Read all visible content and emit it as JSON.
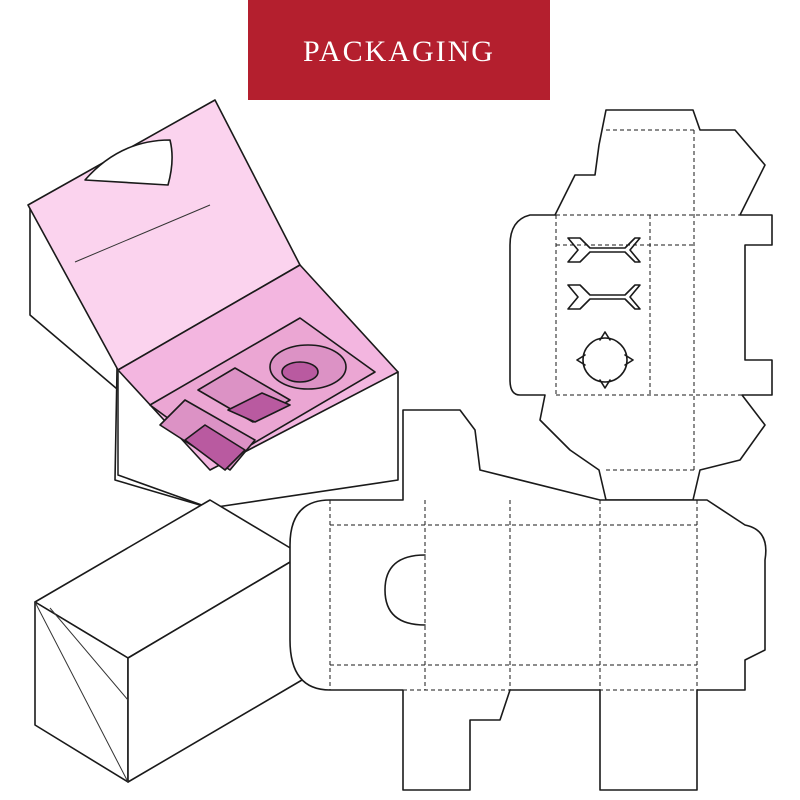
{
  "title": {
    "text": "PACKAGING",
    "banner_color": "#b41f2e",
    "text_color": "#ffffff"
  },
  "colors": {
    "lid_pink": "#fbd3ee",
    "inner_pink": "#f3b6e0",
    "tray_pink": "#eba6d3",
    "cavity_pink": "#dc92c5",
    "cavity_dark": "#b95aa0",
    "outline": "#1a1a1a"
  },
  "illustrations": [
    {
      "name": "open-box-with-insert",
      "kind": "3d-box"
    },
    {
      "name": "closed-box",
      "kind": "3d-box"
    },
    {
      "name": "insert-dieline",
      "kind": "dieline"
    },
    {
      "name": "box-dieline",
      "kind": "dieline"
    }
  ]
}
